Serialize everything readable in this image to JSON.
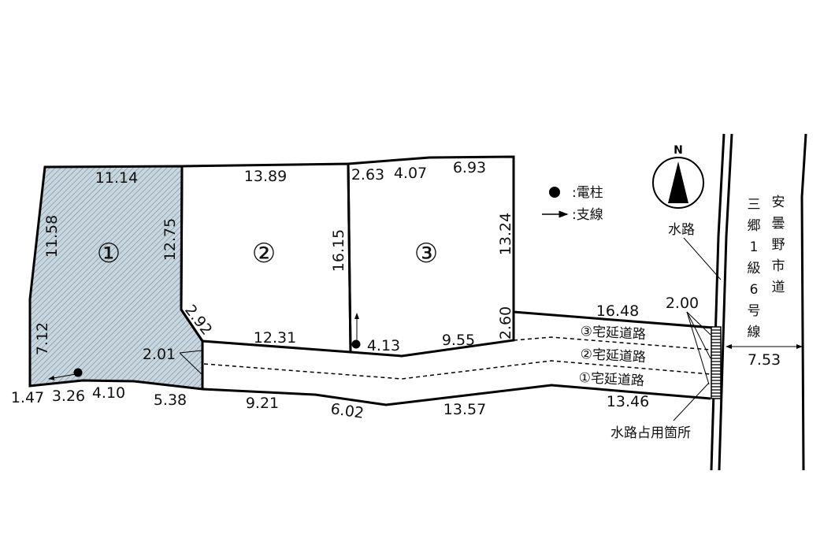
{
  "lots": [
    {
      "label": "①",
      "shaded": true
    },
    {
      "label": "②",
      "shaded": false
    },
    {
      "label": "③",
      "shaded": false
    }
  ],
  "dimensions": {
    "lot1_top": "11.14",
    "lot1_left_upper": "11.58",
    "lot1_left_lower": "7.12",
    "lot1_right": "12.75",
    "lot1_bottom_a": "1.47",
    "lot1_bottom_b": "3.26",
    "lot1_bottom_c": "4.10",
    "lot1_bottom_d": "5.38",
    "corner_cut": "2.92",
    "road_width_left": "2.01",
    "lot2_top": "13.89",
    "lot2_right": "16.15",
    "lot2_bottom": "12.31",
    "lot3_top_a": "2.63",
    "lot3_top_b": "4.07",
    "lot3_top_c": "6.93",
    "lot3_right": "13.24",
    "lot3_right_lower": "2.60",
    "lot3_bottom_a": "4.13",
    "lot3_bottom_b": "9.55",
    "road_top": "16.48",
    "road_bottom_a": "9.21",
    "road_bottom_b": "6.02",
    "road_bottom_c": "13.57",
    "road_bottom_d": "13.46",
    "road_width_right": "2.00",
    "city_road_width": "7.53"
  },
  "roads": {
    "road3": "③宅延道路",
    "road2": "②宅延道路",
    "road1": "①宅延道路",
    "city_road_line1": [
      "三",
      "郷",
      "1",
      "級",
      "6",
      "号",
      "線"
    ],
    "city_road_line2": [
      "安",
      "曇",
      "野",
      "市",
      "道"
    ]
  },
  "labels": {
    "waterway": "水路",
    "waterway_occupancy": "水路占用箇所",
    "north": "N"
  },
  "legend": {
    "pole": ":電柱",
    "guy_wire": ":支線"
  },
  "colors": {
    "shade": "#c8d6e0",
    "line": "#000000"
  }
}
